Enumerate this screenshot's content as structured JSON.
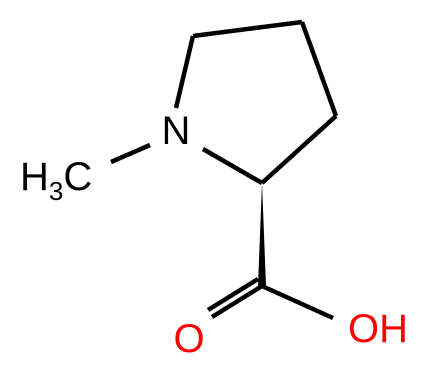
{
  "molecule": {
    "colors": {
      "bond": "#000000",
      "nitrogen": "#000000",
      "oxygen": "#ff0000",
      "carbon": "#000000"
    },
    "atoms": {
      "nitrogen": {
        "symbol": "N"
      },
      "methyl": {
        "main": "H",
        "subscript": "3",
        "tail": "C"
      },
      "carbonyl_oxygen": {
        "symbol": "O"
      },
      "hydroxyl": {
        "symbol": "OH"
      }
    }
  }
}
